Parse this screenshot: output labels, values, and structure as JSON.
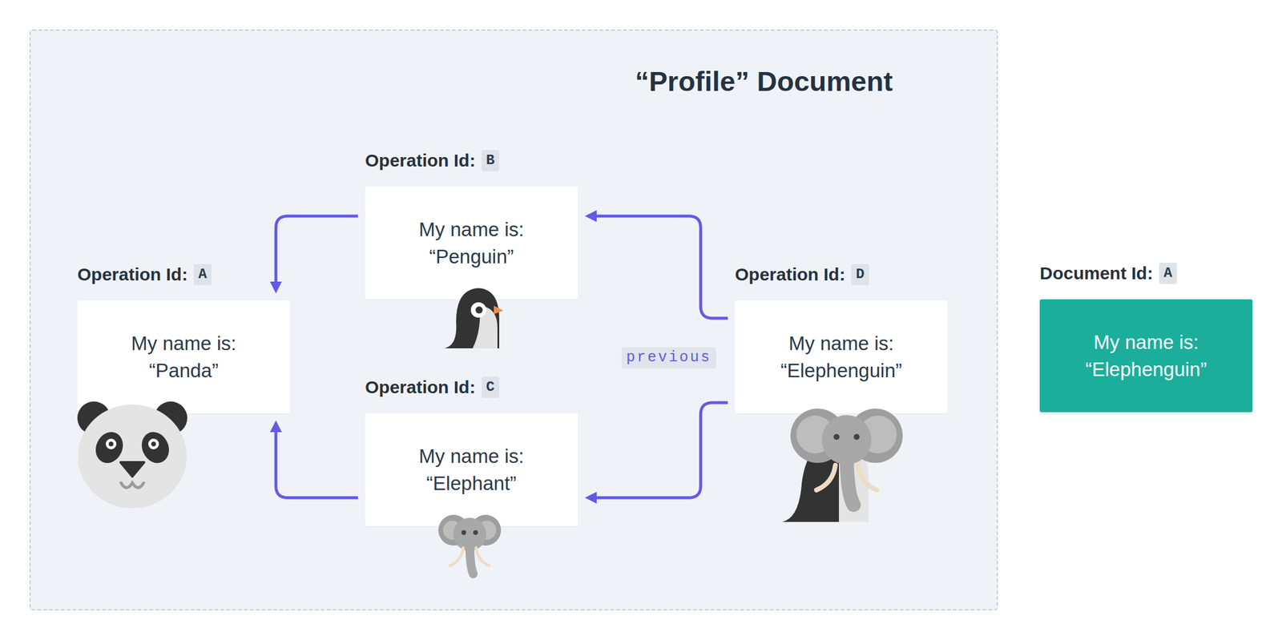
{
  "diagram": {
    "nodes": [
      {
        "text": [
          "“Profile” Document"
        ]
      },
      {
        "text": [
          "Operation Id:",
          "A",
          "My name is: “Panda”"
        ],
        "in": 0
      },
      {
        "text": [
          "Operation Id:",
          "B",
          "My name is: “Penguin”"
        ],
        "in": 0
      },
      {
        "text": [
          "Operation Id:",
          "C",
          "My name is: “Elephant”"
        ],
        "in": 0
      },
      {
        "text": [
          "Operation Id:",
          "D",
          "My name is: “Elephenguin”"
        ],
        "in": 0
      },
      {
        "text": [
          "Document Id:",
          "A",
          "My name is: “Elephenguin”"
        ]
      }
    ],
    "edges": [
      {
        "from": 4,
        "to": 2,
        "arrow": "to"
      },
      {
        "from": 4,
        "to": 3,
        "arrow": "to"
      },
      {
        "from": 2,
        "to": 1,
        "arrow": "to"
      },
      {
        "from": 3,
        "to": 1,
        "arrow": "to"
      }
    ],
    "labels": [
      "previous"
    ]
  }
}
